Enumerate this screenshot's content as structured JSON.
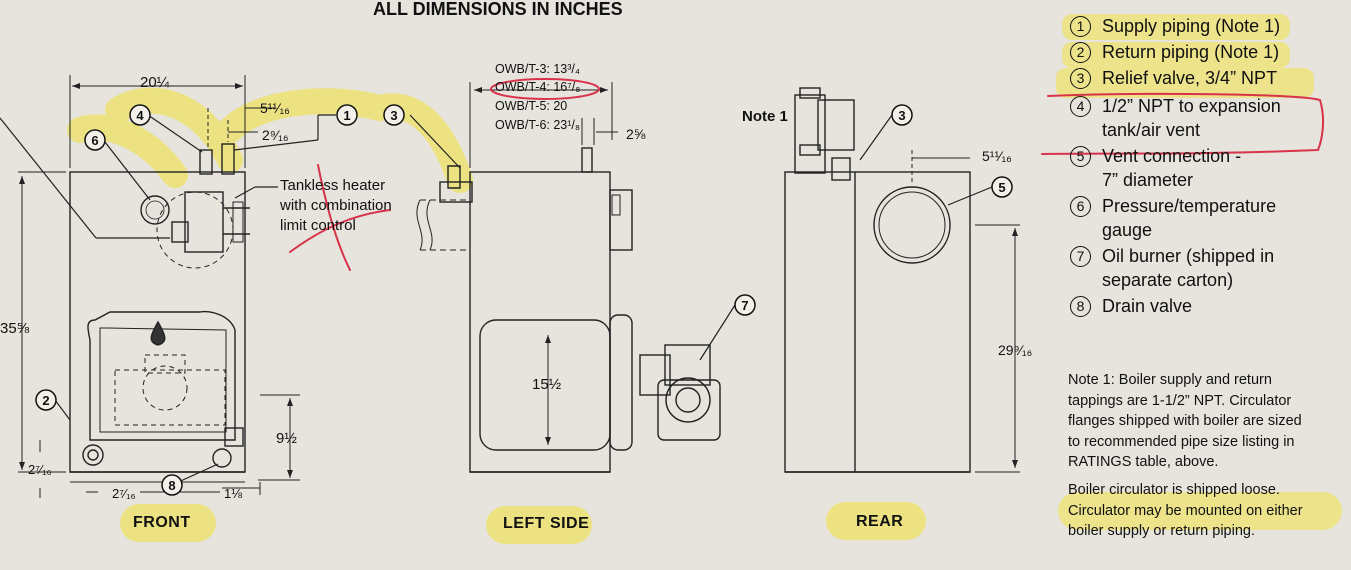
{
  "title": "ALL DIMENSIONS IN INCHES",
  "legend": [
    {
      "num": "1",
      "text": "Supply piping (Note 1)"
    },
    {
      "num": "2",
      "text": "Return piping (Note 1)"
    },
    {
      "num": "3",
      "text": "Relief valve, 3/4” NPT"
    },
    {
      "num": "4",
      "line1": "1/2” NPT to expansion",
      "line2": "tank/air vent"
    },
    {
      "num": "5",
      "line1": "Vent connection -",
      "line2": "7” diameter"
    },
    {
      "num": "6",
      "line1": "Pressure/temperature",
      "line2": "gauge"
    },
    {
      "num": "7",
      "line1": "Oil burner (shipped in",
      "line2": "separate carton)"
    },
    {
      "num": "8",
      "text": "Drain valve"
    }
  ],
  "note1": [
    "Note 1: Boiler supply and return",
    "tappings are 1-1/2” NPT. Circulator",
    "flanges shipped with boiler are sized",
    "to recommended pipe size listing in",
    "RATINGS table, above."
  ],
  "note2": [
    "Boiler circulator is shipped loose.",
    "Circulator may be mounted on either",
    "boiler supply or return piping."
  ],
  "views": {
    "front": "FRONT",
    "left": "LEFT SIDE",
    "rear": "REAR"
  },
  "front": {
    "width": "20¼",
    "dim_5_11_16": "5¹¹⁄₁₆",
    "dim_2_9_16": "2⁹⁄₁₆",
    "height": "35⅝",
    "dim_9_half": "9½",
    "dim_2_7_16_v": "2⁷⁄₁₆",
    "dim_2_7_16_h": "2⁷⁄₁₆",
    "dim_1_1_8": "1⅛",
    "heater_label": [
      "Tankless heater",
      "with combination",
      "limit control"
    ]
  },
  "side": {
    "models": [
      "OWB/T-3: 13³/₄",
      "OWB/T-4: 16⁷/₈",
      "OWB/T-5: 20",
      "OWB/T-6: 23¹/₈"
    ],
    "dim_2_5_8": "2⅝",
    "dim_15_half": "15½"
  },
  "rear": {
    "note": "Note 1",
    "dim_5_11_16": "5¹¹⁄₁₆",
    "dim_29_9_16": "29⁹⁄₁₆"
  },
  "colors": {
    "highlight": "#f0e146",
    "ink_red": "#d8334a",
    "paper": "#e6e4dd"
  }
}
